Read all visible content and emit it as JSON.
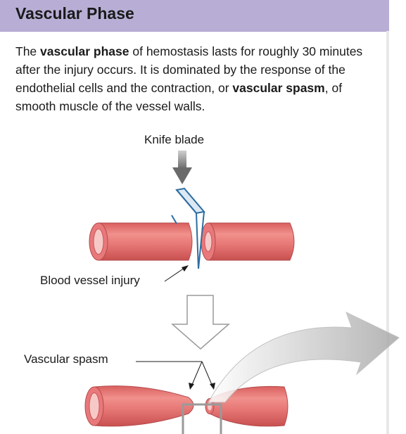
{
  "header": {
    "title": "Vascular Phase"
  },
  "intro": {
    "t1": "The ",
    "b1": "vascular phase",
    "t2": " of hemostasis lasts for roughly 30 minutes after the injury occurs. It is dominated by the response of the endothelial cells and the contraction, or ",
    "b2": "vascular spasm",
    "t3": ", of smooth muscle of the vessel walls."
  },
  "labels": {
    "knife_blade": "Knife blade",
    "blood_vessel_injury": "Blood vessel injury",
    "vascular_spasm": "Vascular spasm"
  },
  "colors": {
    "header_bg": "#b8aed5",
    "vessel": "#e8787a",
    "vessel_dark": "#c9585c",
    "knife": "#2e6da0"
  }
}
